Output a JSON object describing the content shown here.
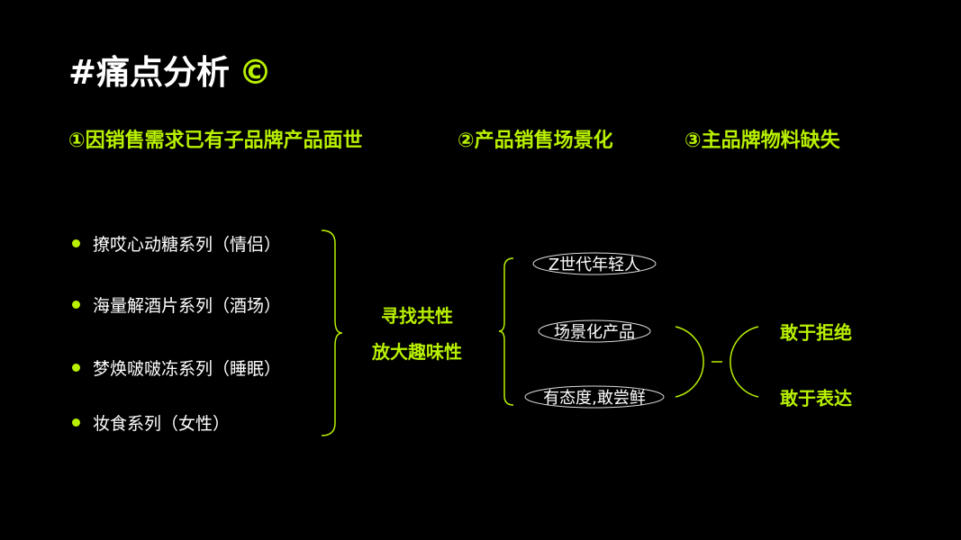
{
  "title": {
    "text": "#痛点分析",
    "symbol": "©"
  },
  "points": [
    "①因销售需求已有子品牌产品面世",
    "②产品销售场景化",
    "③主品牌物料缺失"
  ],
  "series_list": [
    "撩哎心动糖系列（情侣）",
    "海量解酒片系列（酒场）",
    "梦焕啵啵冻系列（睡眠）",
    "妆食系列（女性）"
  ],
  "middle": [
    "寻找共性",
    "放大趣味性"
  ],
  "traits": [
    "Z世代年轻人",
    "场景化产品",
    "有态度,敢尝鲜"
  ],
  "conclusions": [
    "敢于拒绝",
    "敢于表达"
  ],
  "colors": {
    "accent": "#b8f000",
    "background": "#000000",
    "text": "#ffffff"
  }
}
